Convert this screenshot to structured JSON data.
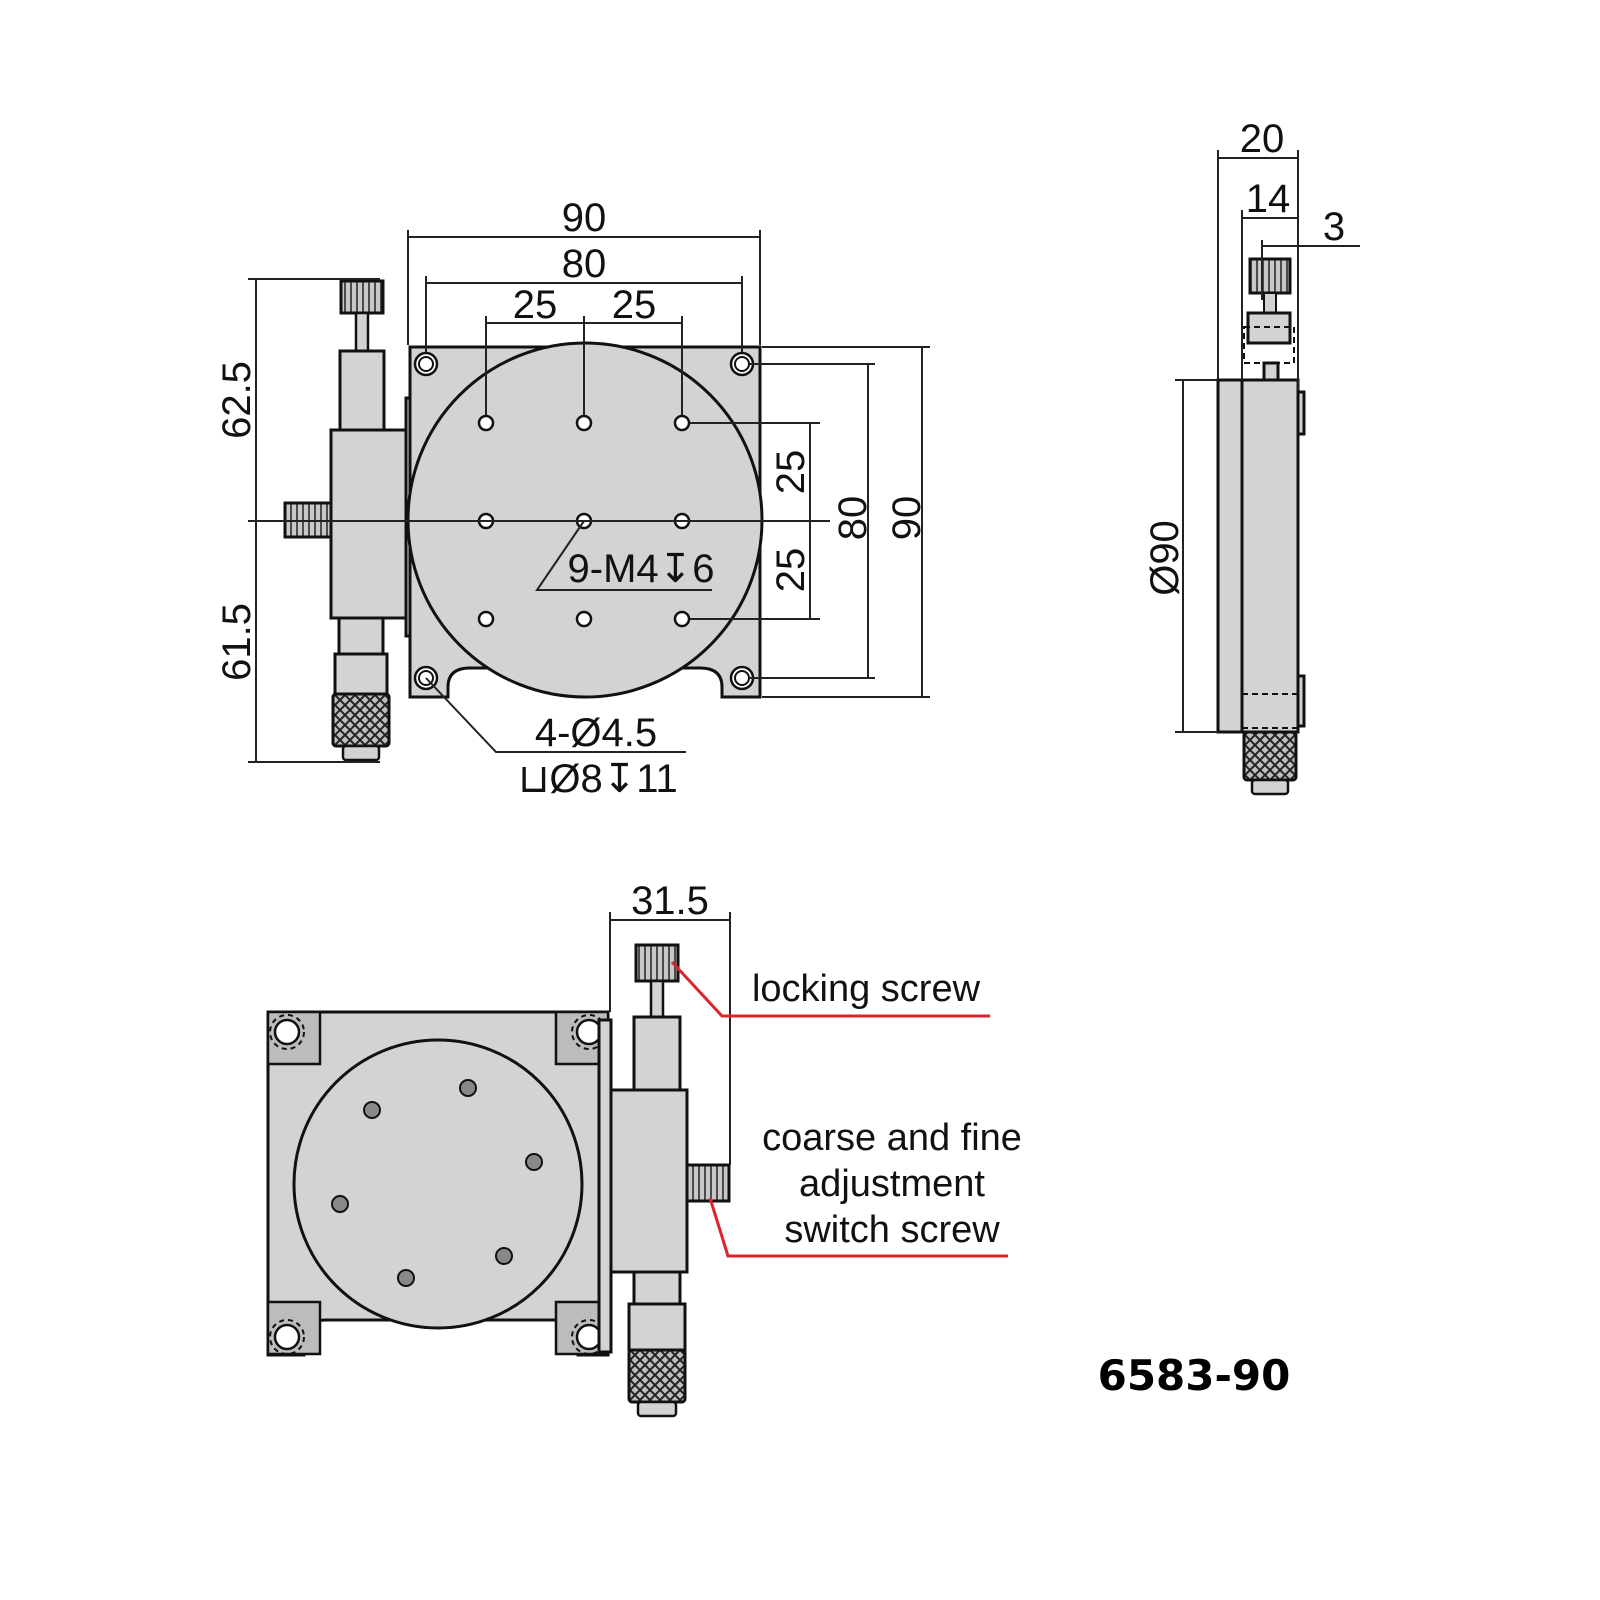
{
  "top_view": {
    "dim_overall_width": "90",
    "dim_hole_spacing": "80",
    "dim_pitch_left": "25",
    "dim_pitch_right": "25",
    "dim_upper_height": "62.5",
    "dim_lower_height": "61.5",
    "dim_pitch_upper_v": "25",
    "dim_pitch_lower_v": "25",
    "dim_hole_spacing_v": "80",
    "dim_overall_height": "90",
    "callout_tapped_holes": "9-M4↧6",
    "callout_mount_holes_line1": "4-Ø4.5",
    "callout_mount_holes_line2": "⊔Ø8↧11"
  },
  "side_view": {
    "dim_width_total": "20",
    "dim_width_inner": "14",
    "dim_offset": "3",
    "dim_diameter": "Ø90"
  },
  "iso_view": {
    "dim_knob_width": "31.5",
    "label_locking_screw": "locking screw",
    "label_switch_line1": "coarse and fine",
    "label_switch_line2": "adjustment",
    "label_switch_line3": "switch screw"
  },
  "part_number": "6583-90",
  "colors": {
    "body_fill": "#d3d3d3",
    "leader_red": "#d9252b",
    "line": "#111111"
  }
}
